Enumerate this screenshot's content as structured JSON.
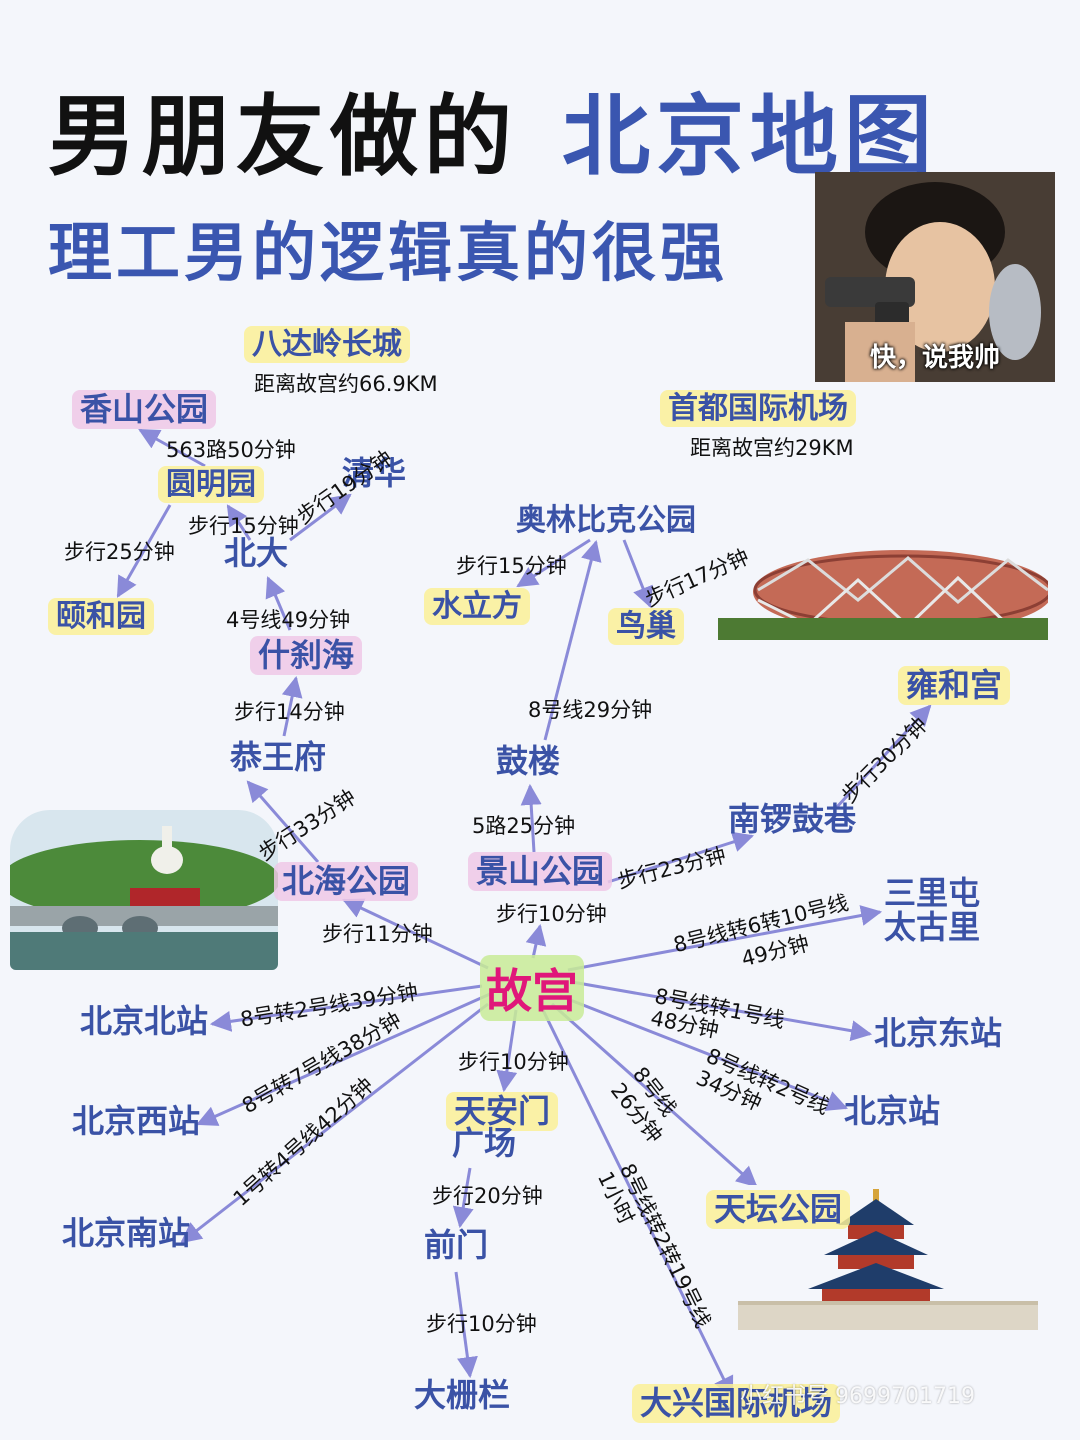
{
  "header": {
    "title_black": "男朋友做的",
    "title_blue": "北京地图",
    "subtitle": "理工男的逻辑真的很强"
  },
  "meme": {
    "caption": "快，说我帅"
  },
  "center": "故宫",
  "places": {
    "badaling": "八达岭长城",
    "badaling_dist": "距离故宫约66.9KM",
    "xiangshan": "香山公园",
    "yuanmingyuan": "圆明园",
    "qinghua": "清华",
    "beida": "北大",
    "yiheyuan": "颐和园",
    "shichahai": "什刹海",
    "gongwangfu": "恭王府",
    "beihai": "北海公园",
    "capital_airport": "首都国际机场",
    "capital_airport_dist": "距离故宫约29KM",
    "olympic_park": "奥林比克公园",
    "shuilifang": "水立方",
    "niaochao": "鸟巢",
    "yonghegong": "雍和宫",
    "gulou": "鼓楼",
    "nanluoguxiang": "南锣鼓巷",
    "jingshan": "景山公园",
    "sanlitun_1": "三里屯",
    "sanlitun_2": "太古里",
    "beijing_north": "北京北站",
    "beijing_east": "北京东站",
    "beijing_west": "北京西站",
    "beijing_station": "北京站",
    "beijing_south": "北京南站",
    "tiananmen_1": "天安门",
    "tiananmen_2": "广场",
    "qianmen": "前门",
    "dashilan": "大栅栏",
    "tiantan": "天坛公园",
    "daxing_airport": "大兴国际机场"
  },
  "routes": {
    "xiangshan": "563路50分钟",
    "yiheyuan": "步行25分钟",
    "beida_yuanming": "步行15分钟",
    "beida_qinghua": "步行19分钟",
    "shichahai_beida": "4号线49分钟",
    "gongwangfu_shichahai": "步行14分钟",
    "beihai_gongwangfu": "步行33分钟",
    "gugong_beihai": "步行11分钟",
    "shuilifang": "步行15分钟",
    "niaochao": "步行17分钟",
    "gulou_olympic": "8号线29分钟",
    "jingshan_gulou": "5路25分钟",
    "jingshan_nanluo": "步行23分钟",
    "nanluo_yonghe": "步行30分钟",
    "gugong_jingshan": "步行10分钟",
    "sanlitun_1": "8号线转6转10号线",
    "sanlitun_2": "49分钟",
    "beijing_north": "8号转2号线39分钟",
    "beijing_east_1": "8号线转1号线",
    "beijing_east_2": "48分钟",
    "beijing_west": "8号转7号线38分钟",
    "beijing_station_1": "8号线转2号线",
    "beijing_station_2": "34分钟",
    "beijing_south": "1号转4号线42分钟",
    "tiananmen": "步行10分钟",
    "tiantan_1": "8号线",
    "tiantan_2": "26分钟",
    "daxing_1": "8号线转2转19号线",
    "daxing_2": "1小时",
    "qianmen": "步行20分钟",
    "dashilan": "步行10分钟"
  },
  "watermark": "小红书号 9699701719",
  "colors": {
    "blue_text": "#3a52a6",
    "arrow": "#8a8ad8",
    "center_text": "#e0177a",
    "highlight_yellow": "#faf096",
    "highlight_pink": "#eec8e6",
    "highlight_green": "#c8eb96"
  },
  "icons": [
    "arrow-icon",
    "bird-nest-photo",
    "beihai-park-photo",
    "temple-of-heaven-photo",
    "meme-photo"
  ]
}
